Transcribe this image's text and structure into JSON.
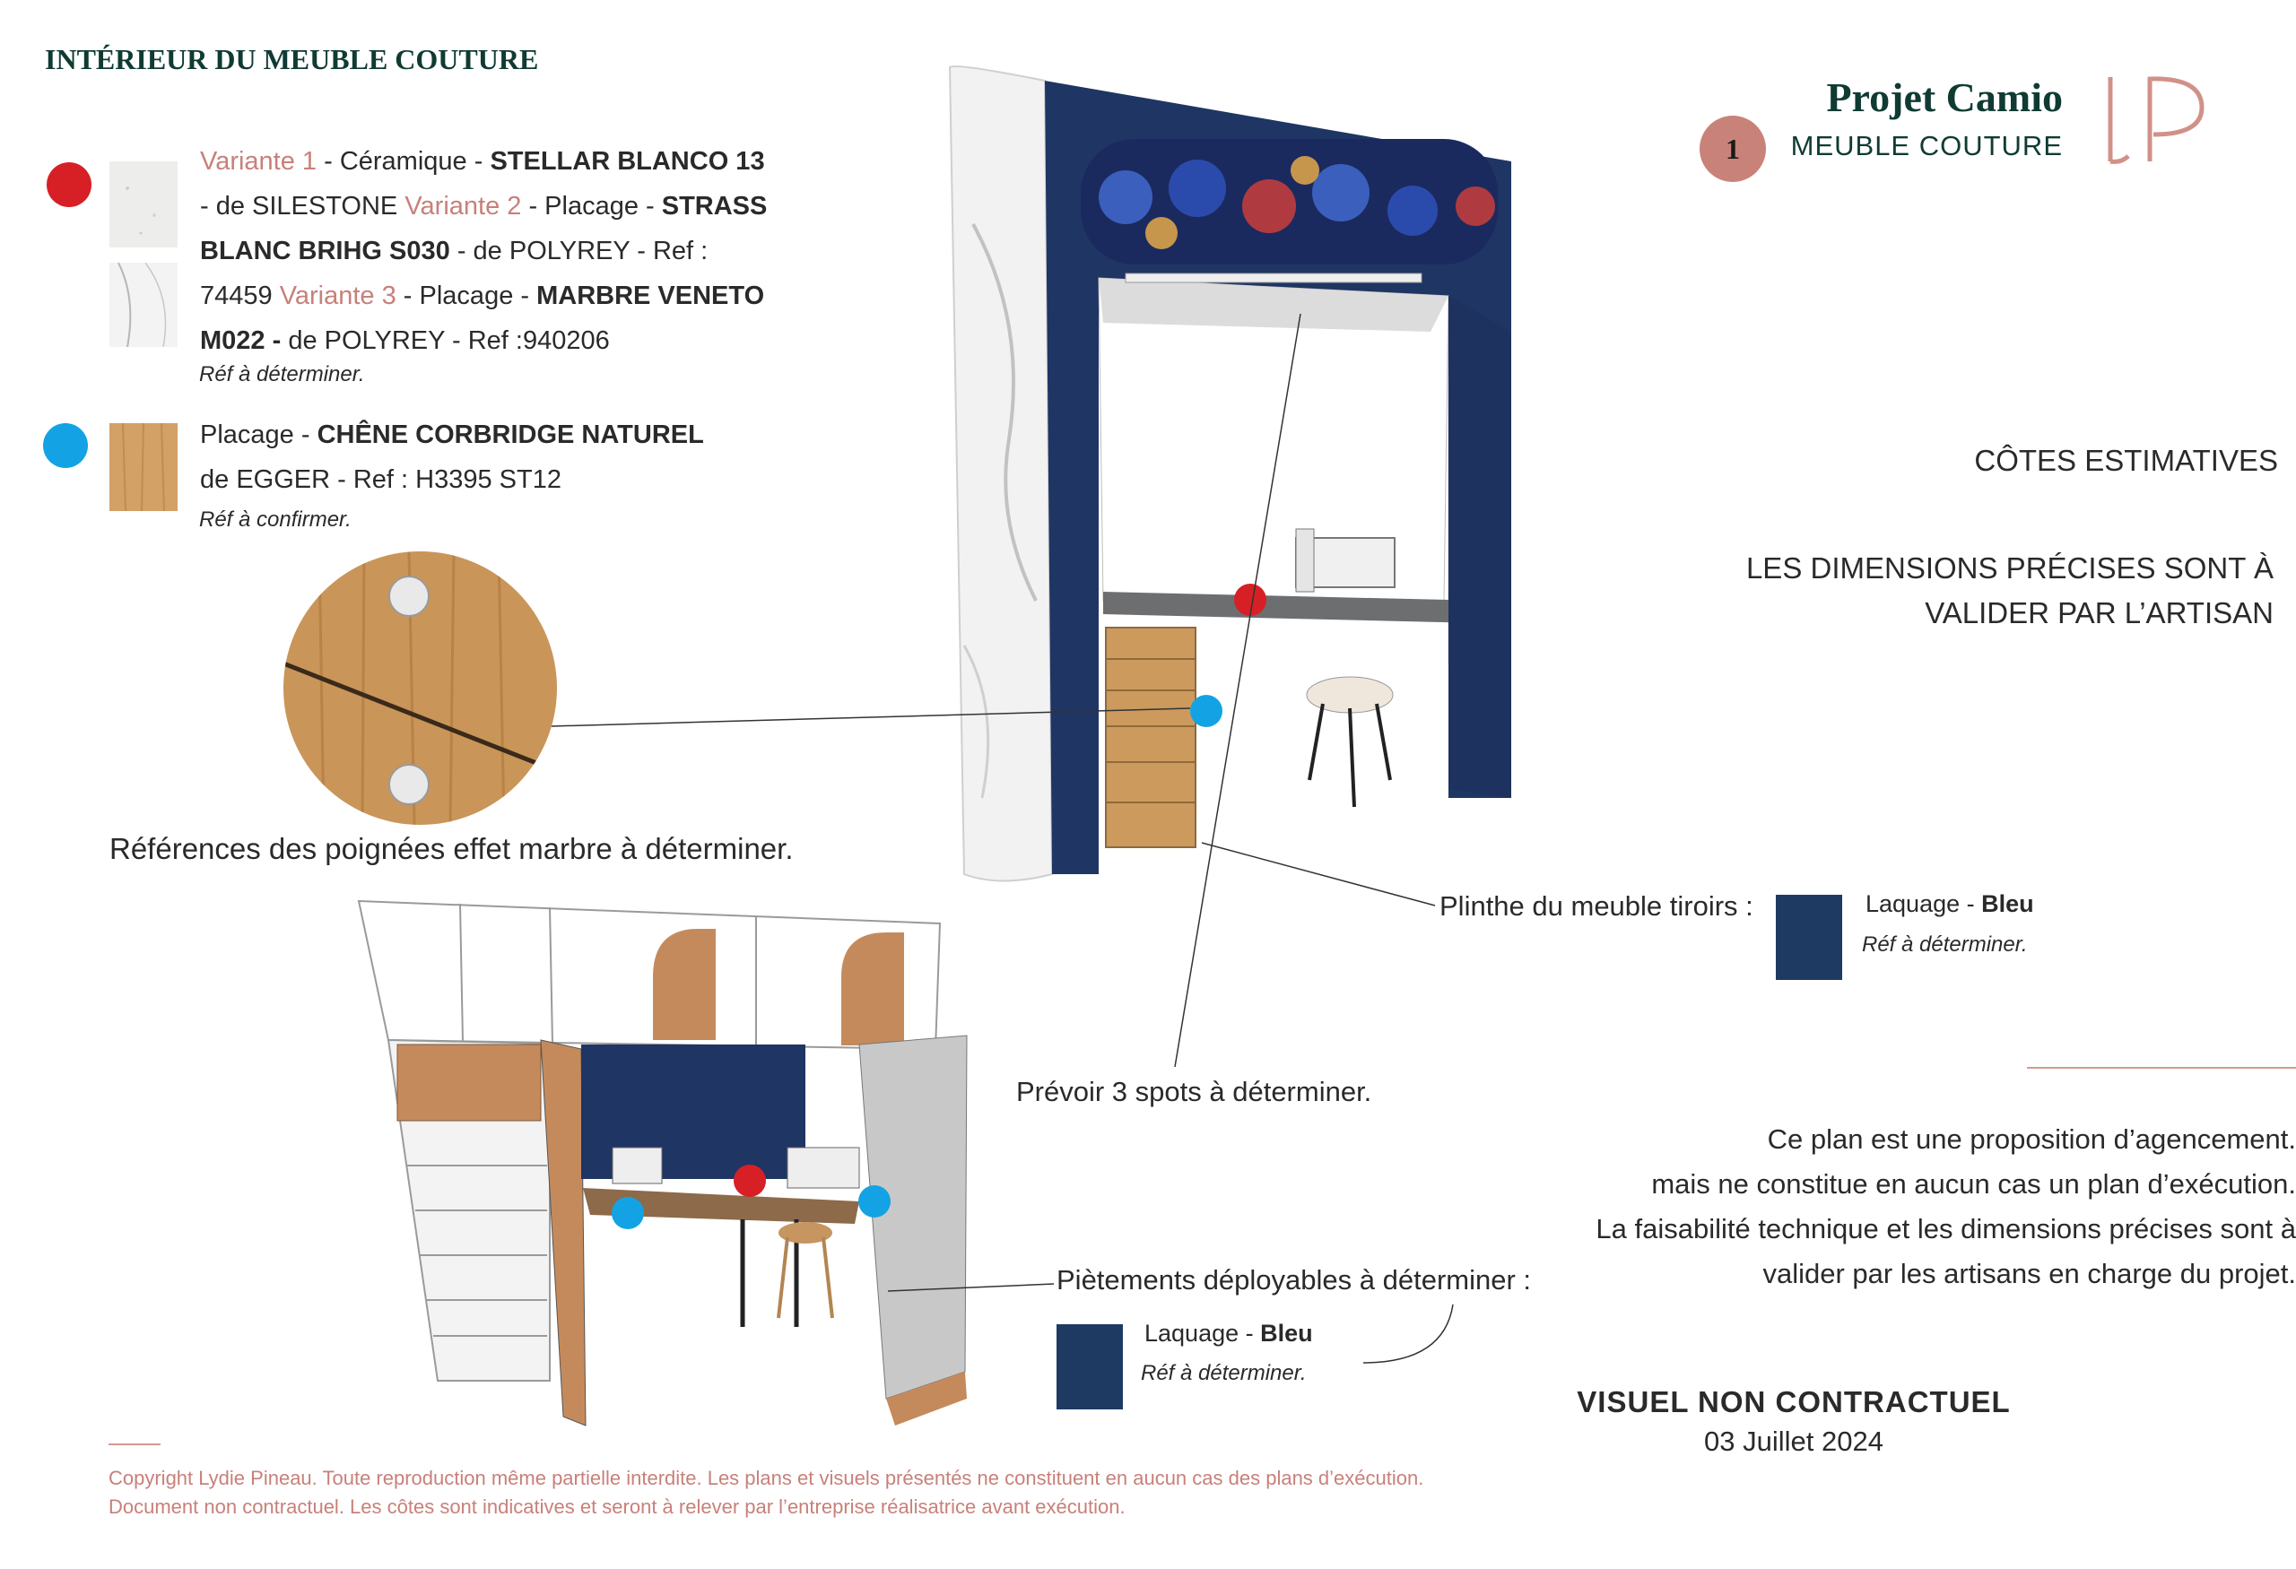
{
  "section_title": "INTÉRIEUR DU MEUBLE COUTURE",
  "header": {
    "project": "Projet Camio",
    "subtitle": "MEUBLE COUTURE",
    "badge": "1",
    "logo_text": "LP"
  },
  "materials": {
    "ceramic_line1": {
      "variant": "Variante 1",
      "sep1": " - Céramique - ",
      "name": "STELLAR BLANCO 13"
    },
    "ceramic_line2": {
      "pre": "- de SILESTONE  ",
      "variant": "Variante 2",
      "sep": " - Placage - ",
      "name": "STRASS"
    },
    "ceramic_line3": {
      "name": "BLANC BRIHG S030",
      "rest": " - de POLYREY - Ref :"
    },
    "ceramic_line4": {
      "pre": "74459 ",
      "variant": "Variante 3",
      "sep": " - Placage - ",
      "name": "MARBRE VENETO"
    },
    "ceramic_line5": {
      "name": "M022 -",
      "rest": " de POLYREY - Ref :940206"
    },
    "ceramic_note": "Réf à déterminer.",
    "oak_line1": {
      "pre": "Placage - ",
      "name": "CHÊNE CORBRIDGE NATUREL"
    },
    "oak_line2": "de EGGER - Ref : H3395 ST12",
    "oak_note": "Réf à confirmer."
  },
  "handles_note": "Références des poignées effet marbre à déterminer.",
  "plinth": {
    "label": "Plinthe du meuble tiroirs :",
    "finish_pre": "Laquage - ",
    "finish": "Bleu",
    "note": "Réf  à déterminer."
  },
  "spots_note": "Prévoir 3 spots à déterminer.",
  "legs": {
    "label": "Piètements déployables à déterminer :",
    "finish_pre": "Laquage - ",
    "finish": "Bleu",
    "note": "Réf  à déterminer."
  },
  "dimensions": {
    "line1": "CÔTES  ESTIMATIVES",
    "line2": "LES DIMENSIONS PRÉCISES SONT À",
    "line3": "VALIDER PAR L’ARTISAN"
  },
  "disclaimer": {
    "l1": "Ce plan est une proposition d’agencement.",
    "l2": "mais ne constitue en aucun cas un plan d’exécution.",
    "l3": "La faisabilité technique et les dimensions précises sont à",
    "l4": "valider par les artisans en charge du projet."
  },
  "footer": {
    "contract": "VISUEL NON CONTRACTUEL",
    "date": "03 Juillet 2024",
    "copyright1": "Copyright Lydie Pineau. Toute reproduction même partielle interdite. Les plans et visuels présentés ne constituent en aucun cas des plans d’exécution.",
    "copyright2": "Document non contractuel. Les côtes sont indicatives et seront à relever par l’entreprise réalisatrice avant exécution."
  },
  "colors": {
    "navy": "#1e3a62",
    "pink": "#c8807a",
    "green": "#0f3b33",
    "red_marker": "#d62026",
    "blue_marker": "#13a3e4",
    "oak": "#d3a066"
  }
}
